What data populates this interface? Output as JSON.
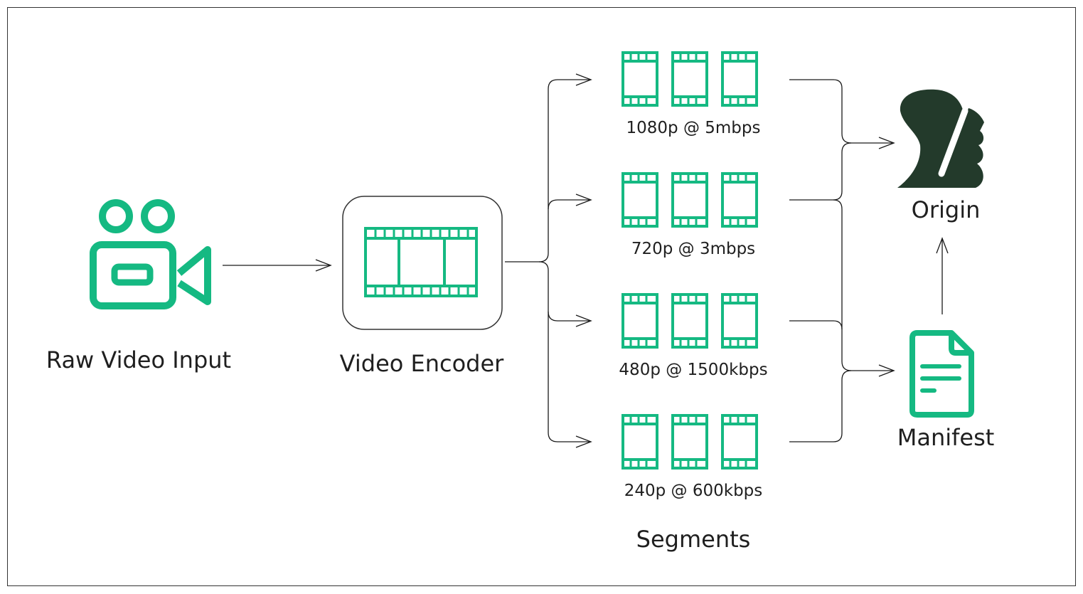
{
  "colors": {
    "accent": "#15b982",
    "origin": "#233a2b",
    "line": "#1a1a1a",
    "box_border": "#333333"
  },
  "nodes": {
    "raw_input": {
      "label": "Raw Video Input",
      "icon": "video-camera-icon"
    },
    "encoder": {
      "label": "Video Encoder",
      "icon": "film-strip-icon"
    },
    "origin": {
      "label": "Origin",
      "icon": "squirrel-logo-icon"
    },
    "manifest": {
      "label": "Manifest",
      "icon": "document-icon"
    }
  },
  "segments": {
    "title": "Segments",
    "renditions": [
      {
        "label": "1080p @ 5mbps"
      },
      {
        "label": "720p @ 3mbps"
      },
      {
        "label": "480p @ 1500kbps"
      },
      {
        "label": "240p @ 600kbps"
      }
    ]
  }
}
